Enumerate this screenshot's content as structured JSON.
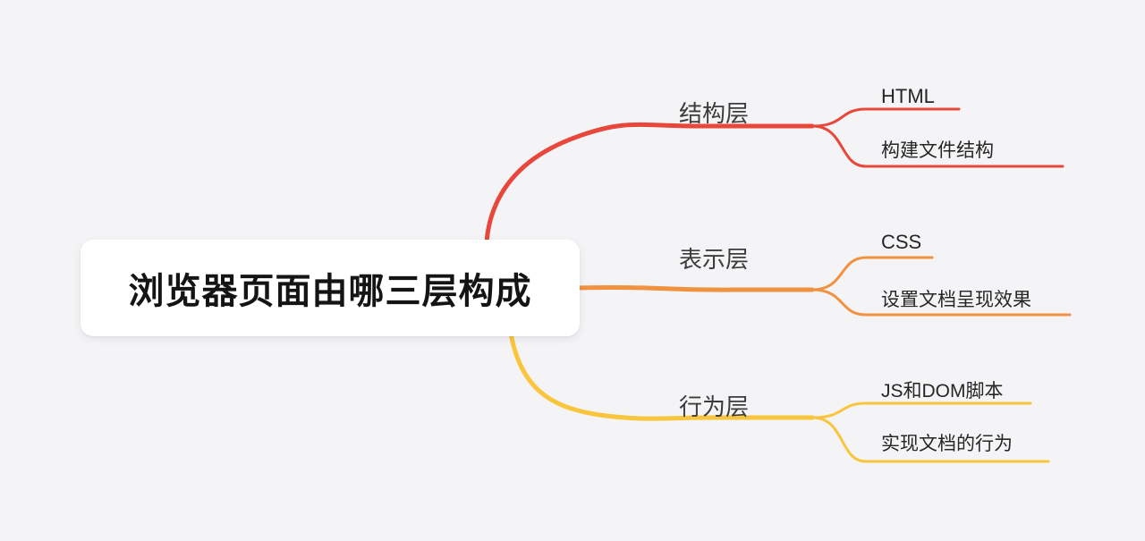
{
  "canvas": {
    "background_color": "#f4f4f6"
  },
  "mindmap": {
    "root": {
      "label": "浏览器页面由哪三层构成",
      "background_color": "#ffffff",
      "text_color": "#141414"
    },
    "branches": [
      {
        "label": "结构层",
        "color": "#e8473b",
        "children": [
          {
            "label": "HTML"
          },
          {
            "label": "构建文件结构"
          }
        ]
      },
      {
        "label": "表示层",
        "color": "#f0923f",
        "children": [
          {
            "label": "CSS"
          },
          {
            "label": "设置文档呈现效果"
          }
        ]
      },
      {
        "label": "行为层",
        "color": "#f8c53c",
        "children": [
          {
            "label": "JS和DOM脚本"
          },
          {
            "label": "实现文档的行为"
          }
        ]
      }
    ]
  }
}
